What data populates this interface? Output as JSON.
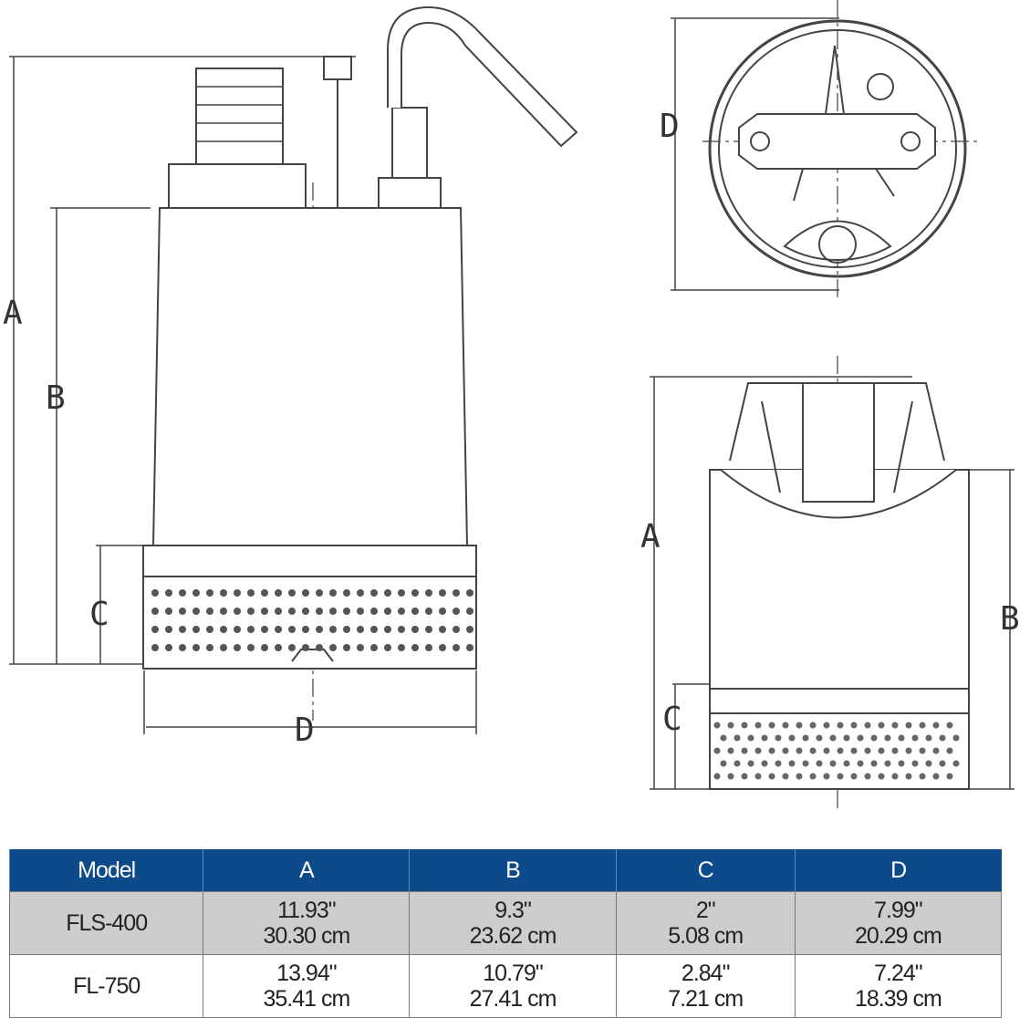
{
  "diagram": {
    "side_view": {
      "label_a": "A",
      "label_b": "B",
      "label_c": "C",
      "label_d": "D"
    },
    "top_view": {
      "label_d": "D"
    },
    "front_view": {
      "label_a": "A",
      "label_b": "B",
      "label_c": "C"
    }
  },
  "table": {
    "headers": [
      "Model",
      "A",
      "B",
      "C",
      "D"
    ],
    "rows": [
      {
        "model": "FLS-400",
        "a": [
          "11.93\"",
          "30.30 cm"
        ],
        "b": [
          "9.3\"",
          "23.62 cm"
        ],
        "c": [
          "2\"",
          "5.08 cm"
        ],
        "d": [
          "7.99\"",
          "20.29 cm"
        ]
      },
      {
        "model": "FL-750",
        "a": [
          "13.94\"",
          "35.41 cm"
        ],
        "b": [
          "10.79\"",
          "27.41 cm"
        ],
        "c": [
          "2.84\"",
          "7.21 cm"
        ],
        "d": [
          "7.24\"",
          "18.39 cm"
        ]
      }
    ],
    "header_color": "#0d4a8a"
  }
}
